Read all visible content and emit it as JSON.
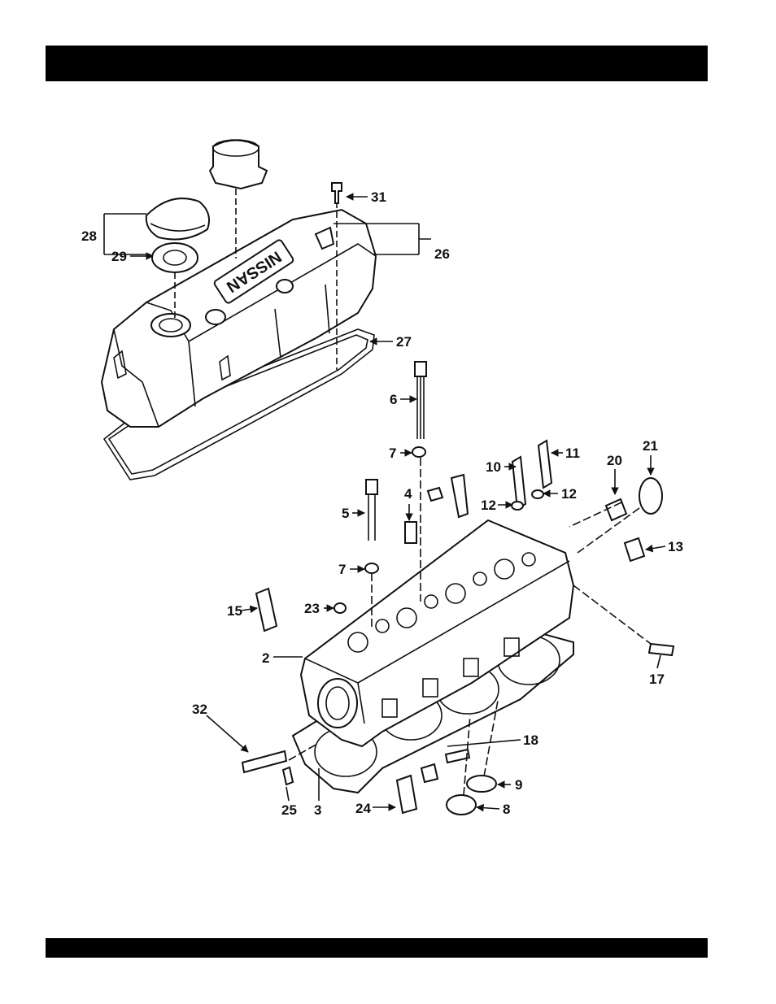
{
  "header": {
    "bar_color": "#000000"
  },
  "footer": {
    "bar_color": "#000000"
  },
  "diagram": {
    "cover_logo": "NISSAN",
    "callouts": {
      "c28": "28",
      "c29": "29",
      "c31": "31",
      "c26": "26",
      "c27": "27",
      "c6": "6",
      "c7a": "7",
      "c10": "10",
      "c11": "11",
      "c12a": "12",
      "c12b": "12",
      "c20": "20",
      "c21": "21",
      "c5": "5",
      "c4": "4",
      "c13": "13",
      "c7b": "7",
      "c15": "15",
      "c23": "23",
      "c2": "2",
      "c17": "17",
      "c32": "32",
      "c18": "18",
      "c9": "9",
      "c25": "25",
      "c3": "3",
      "c24": "24",
      "c8": "8"
    }
  }
}
